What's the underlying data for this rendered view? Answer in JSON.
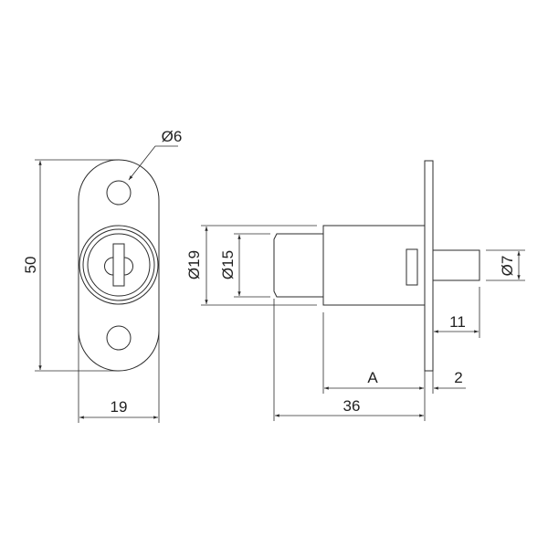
{
  "front_view": {
    "dimensions": {
      "height": "50",
      "width": "19",
      "hole_diameter": "Ø6"
    }
  },
  "side_view": {
    "dimensions": {
      "body_diameter": "Ø19",
      "step_diameter": "Ø15",
      "pin_diameter": "Ø7",
      "pin_length": "11",
      "body_length_variable": "A",
      "flange_thickness": "2",
      "total_length": "36"
    }
  },
  "colors": {
    "line": "#2b2b2b",
    "background": "#ffffff"
  }
}
